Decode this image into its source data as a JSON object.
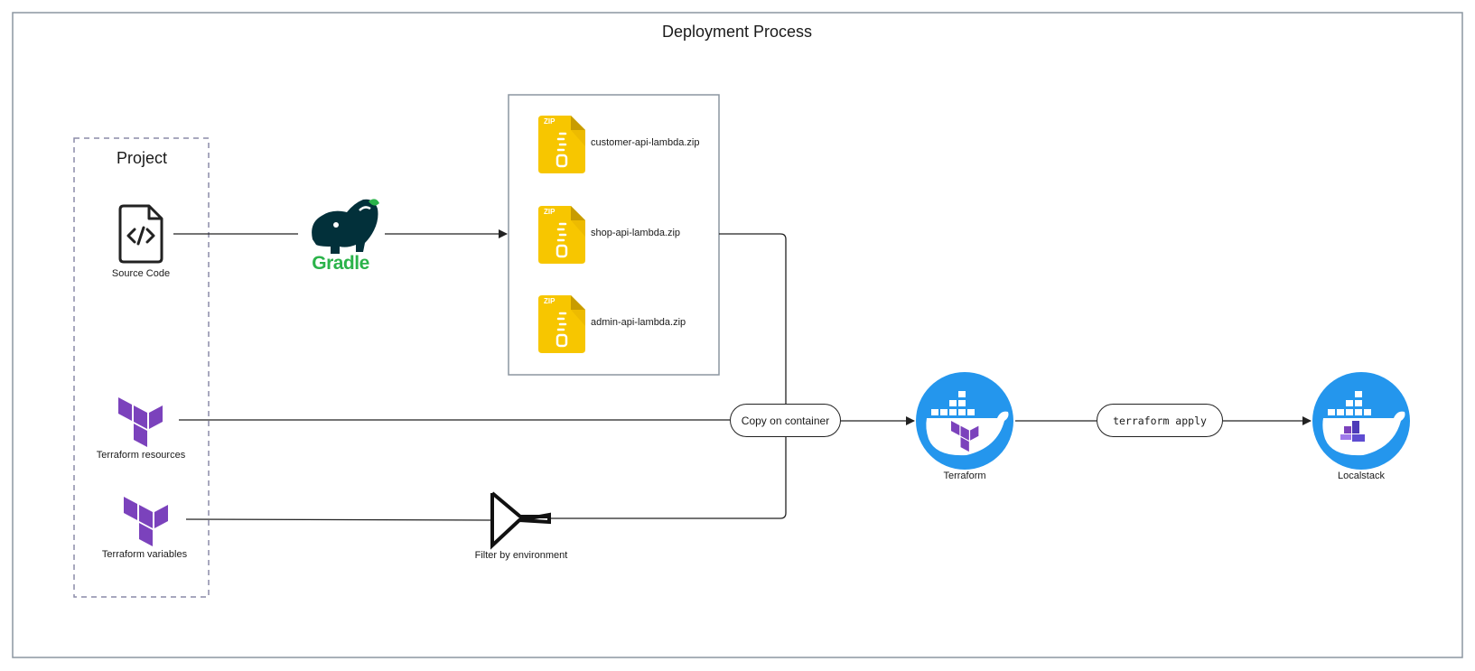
{
  "diagram": {
    "title": "Deployment Process",
    "project_group": {
      "label": "Project"
    },
    "nodes": {
      "source_code": {
        "label": "Source Code",
        "icon": "code-file-icon"
      },
      "gradle": {
        "label": "Gradle",
        "icon": "gradle-elephant-icon",
        "color": "#02303a",
        "accent": "#2bb34a"
      },
      "terraform_resources": {
        "label": "Terraform resources",
        "icon": "terraform-logo-icon",
        "color": "#7b42bc"
      },
      "terraform_variables": {
        "label": "Terraform variables",
        "icon": "terraform-logo-icon",
        "color": "#7b42bc"
      },
      "filter": {
        "label": "Filter by environment",
        "icon": "filter-funnel-icon"
      },
      "copy": {
        "label": "Copy on container"
      },
      "terraform_container": {
        "label": "Terraform",
        "icon": "docker-whale-icon",
        "color": "#2496ed"
      },
      "apply": {
        "label": "terraform apply"
      },
      "localstack_container": {
        "label": "Localstack",
        "icon": "docker-whale-icon",
        "color": "#2496ed"
      }
    },
    "artifacts": [
      {
        "name": "customer-api-lambda.zip",
        "icon": "zip-file-icon"
      },
      {
        "name": "shop-api-lambda.zip",
        "icon": "zip-file-icon"
      },
      {
        "name": "admin-api-lambda.zip",
        "icon": "zip-file-icon"
      }
    ],
    "zip_badge": "ZIP",
    "colors": {
      "zip": "#f7c600",
      "zip_fold": "#c89c00",
      "frame": "#8c96a0",
      "line": "#222222"
    }
  }
}
